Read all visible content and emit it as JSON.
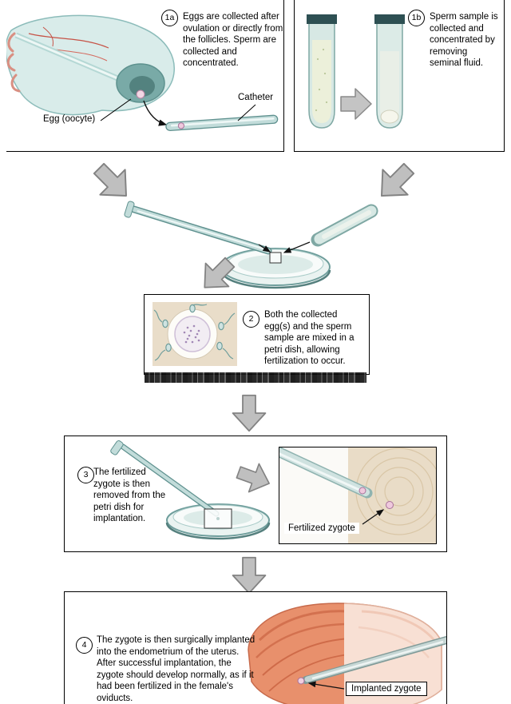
{
  "steps": {
    "s1a": {
      "badge": "1a",
      "text": "Eggs are collected after ovulation or directly from the follicles. Sperm are collected and concentrated."
    },
    "s1b": {
      "badge": "1b",
      "text": "Sperm sample is collected and concentrated by removing seminal fluid."
    },
    "s2": {
      "badge": "2",
      "text": "Both the collected egg(s) and the sperm sample are mixed in a petri dish, allowing fertilization to occur."
    },
    "s3": {
      "badge": "3",
      "text": "The fertilized zygote is then removed from the petri dish for implantation."
    },
    "s4": {
      "badge": "4",
      "text": "The zygote is then surgically implanted into the endometrium of the uterus. After successful implantation, the zygote should develop normally, as if it had been fertilized in the female's oviducts."
    }
  },
  "labels": {
    "egg_oocyte": "Egg (oocyte)",
    "catheter": "Catheter",
    "fertilized_zygote": "Fertilized zygote",
    "implanted_zygote": "Implanted zygote"
  },
  "icons": {
    "flow_arrow": "gray block arrow",
    "transfer_arrow": "gray block arrow (right)"
  },
  "colors": {
    "instrument_teal": "#c2dcda",
    "instrument_outline": "#5f918f",
    "dish_fill": "#eaf3f1",
    "beige_background": "#e9dcc7",
    "uterus_salmon": "#e8906c",
    "uterus_pale": "#f8e0d4",
    "arrow_gray": "#bfbfbf",
    "zygote_pink": "#efc9dd"
  }
}
